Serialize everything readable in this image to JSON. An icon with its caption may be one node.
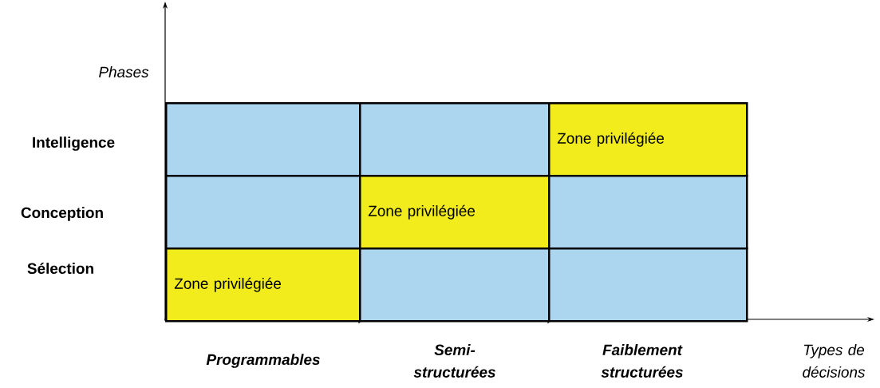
{
  "diagram": {
    "nodes": [
      {
        "text": [],
        "shape": "box"
      },
      {
        "text": [],
        "shape": "box"
      },
      {
        "text": [
          "Zone privilégiée"
        ]
      },
      {
        "text": [],
        "shape": "box"
      },
      {
        "text": [
          "Zone privilégiée"
        ]
      },
      {
        "text": [],
        "shape": "box"
      },
      {
        "text": [
          "Zone privilégiée"
        ]
      },
      {
        "text": [],
        "shape": "box"
      },
      {
        "text": [],
        "shape": "box"
      }
    ],
    "labels": [
      "Phases",
      "Intelligence",
      "Conception",
      "Sélection",
      "Programmables",
      "Semi- structurées",
      "Faiblement structurées",
      "Types de décisions"
    ]
  }
}
